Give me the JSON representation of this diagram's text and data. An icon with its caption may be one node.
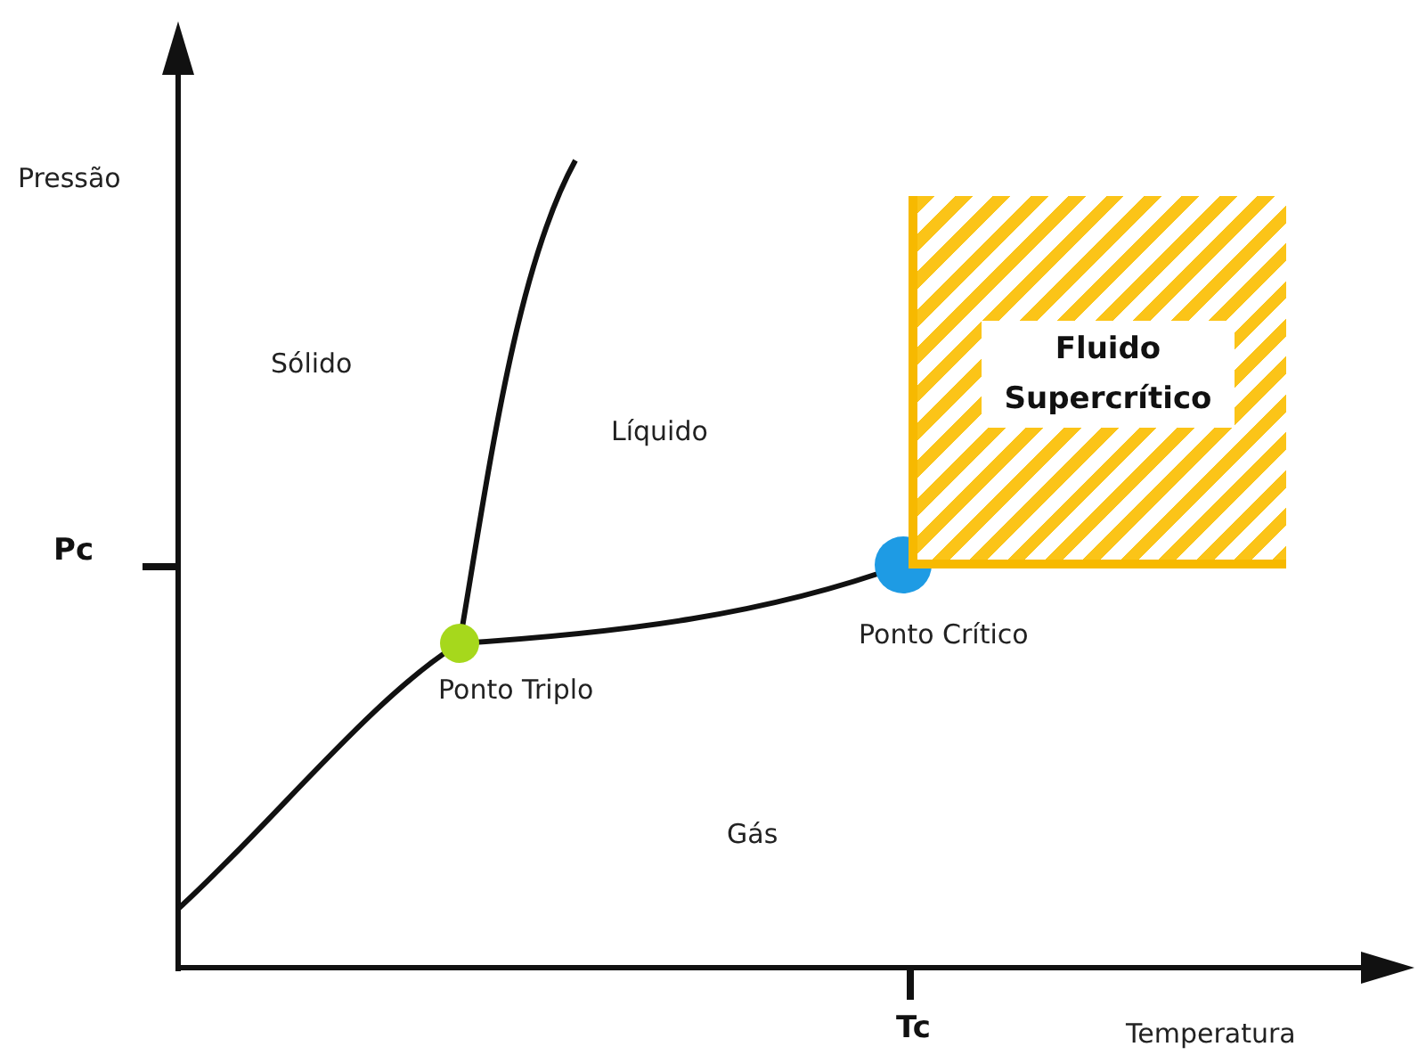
{
  "diagram": {
    "nodes": [
      {
        "text": [
          "Fluido Supercrítico"
        ]
      }
    ],
    "labels": [
      "Pressão",
      "Sólido",
      "Líquido",
      "Pc",
      "Ponto Crítico",
      "Ponto Triplo",
      "Gás",
      "Tc",
      "Temperatura"
    ]
  }
}
